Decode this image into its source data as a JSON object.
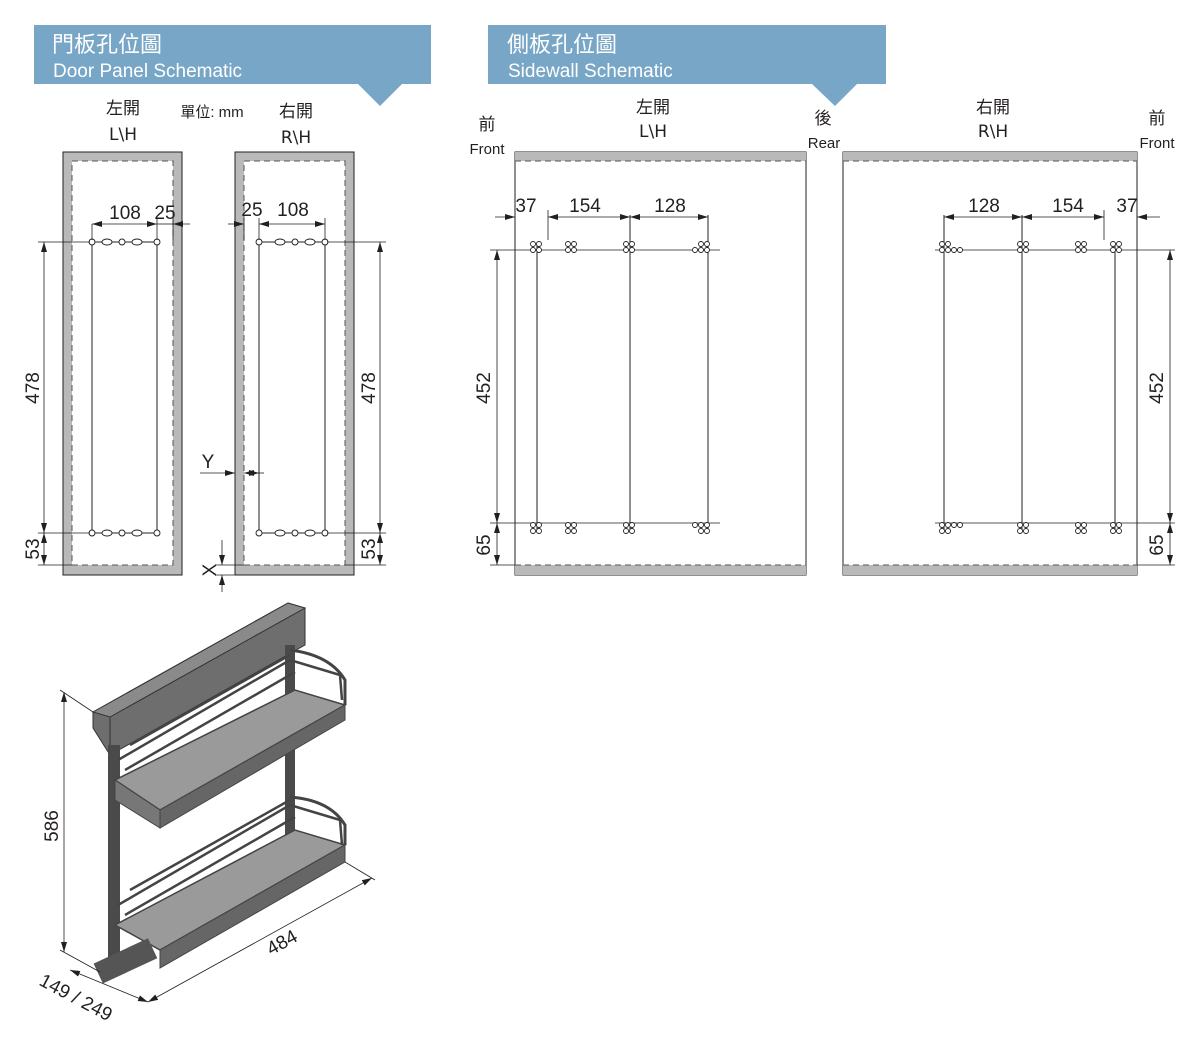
{
  "door_panel": {
    "title_zh": "門板孔位圖",
    "title_en": "Door Panel Schematic",
    "unit": "單位: mm",
    "left_zh": "左開",
    "left_en": "L\\H",
    "right_zh": "右開",
    "right_en": "R\\H",
    "dims": {
      "width": "108",
      "offset": "25",
      "height": "478",
      "bottom": "53",
      "y": "Y",
      "x": "X"
    }
  },
  "sidewall": {
    "title_zh": "側板孔位圖",
    "title_en": "Sidewall  Schematic",
    "front_zh": "前",
    "front_en": "Front",
    "rear_zh": "後",
    "rear_en": "Rear",
    "left_zh": "左開",
    "left_en": "L\\H",
    "right_zh": "右開",
    "right_en": "R\\H",
    "dims": {
      "a": "37",
      "b": "154",
      "c": "128",
      "height": "452",
      "bottom": "65"
    }
  },
  "product": {
    "height": "586",
    "depth": "484",
    "width": "149 / 249"
  },
  "colors": {
    "banner": "#78a6c6",
    "panel": "#b9b9b9"
  }
}
